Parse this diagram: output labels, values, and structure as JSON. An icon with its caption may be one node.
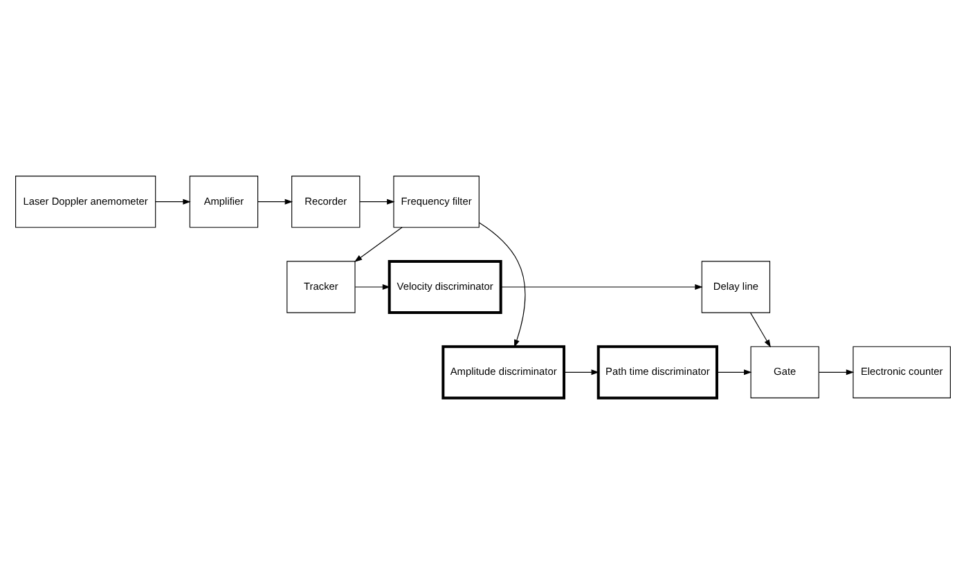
{
  "diagram": {
    "nodes": [
      {
        "text": [
          "Laser Doppler anemometer"
        ]
      },
      {
        "text": [
          "Amplifier"
        ]
      },
      {
        "text": [
          "Recorder"
        ]
      },
      {
        "text": [
          "Frequency filter"
        ]
      },
      {
        "text": [
          "Delay line"
        ]
      },
      {
        "text": [
          "Velocity discriminator"
        ]
      },
      {
        "text": [
          "Tracker"
        ]
      },
      {
        "text": [
          "Electronic counter"
        ]
      },
      {
        "text": [
          "Gate"
        ]
      },
      {
        "text": [
          "Path time discriminator"
        ]
      },
      {
        "text": [
          "Amplitude discriminator"
        ]
      }
    ],
    "edges": [
      {
        "from": 0,
        "to": 1,
        "arrow": "to"
      },
      {
        "from": 1,
        "to": 2,
        "arrow": "to"
      },
      {
        "from": 2,
        "to": 3,
        "arrow": "to"
      },
      {
        "from": 3,
        "to": 6,
        "arrow": "to"
      },
      {
        "from": 3,
        "to": 10,
        "arrow": "to"
      },
      {
        "from": 6,
        "to": 5,
        "arrow": "to"
      },
      {
        "from": 5,
        "to": 4,
        "arrow": "to"
      },
      {
        "from": 4,
        "to": 8,
        "arrow": "to"
      },
      {
        "from": 10,
        "to": 9,
        "arrow": "to"
      },
      {
        "from": 9,
        "to": 8,
        "arrow": "to"
      },
      {
        "from": 8,
        "to": 7,
        "arrow": "to"
      }
    ]
  }
}
